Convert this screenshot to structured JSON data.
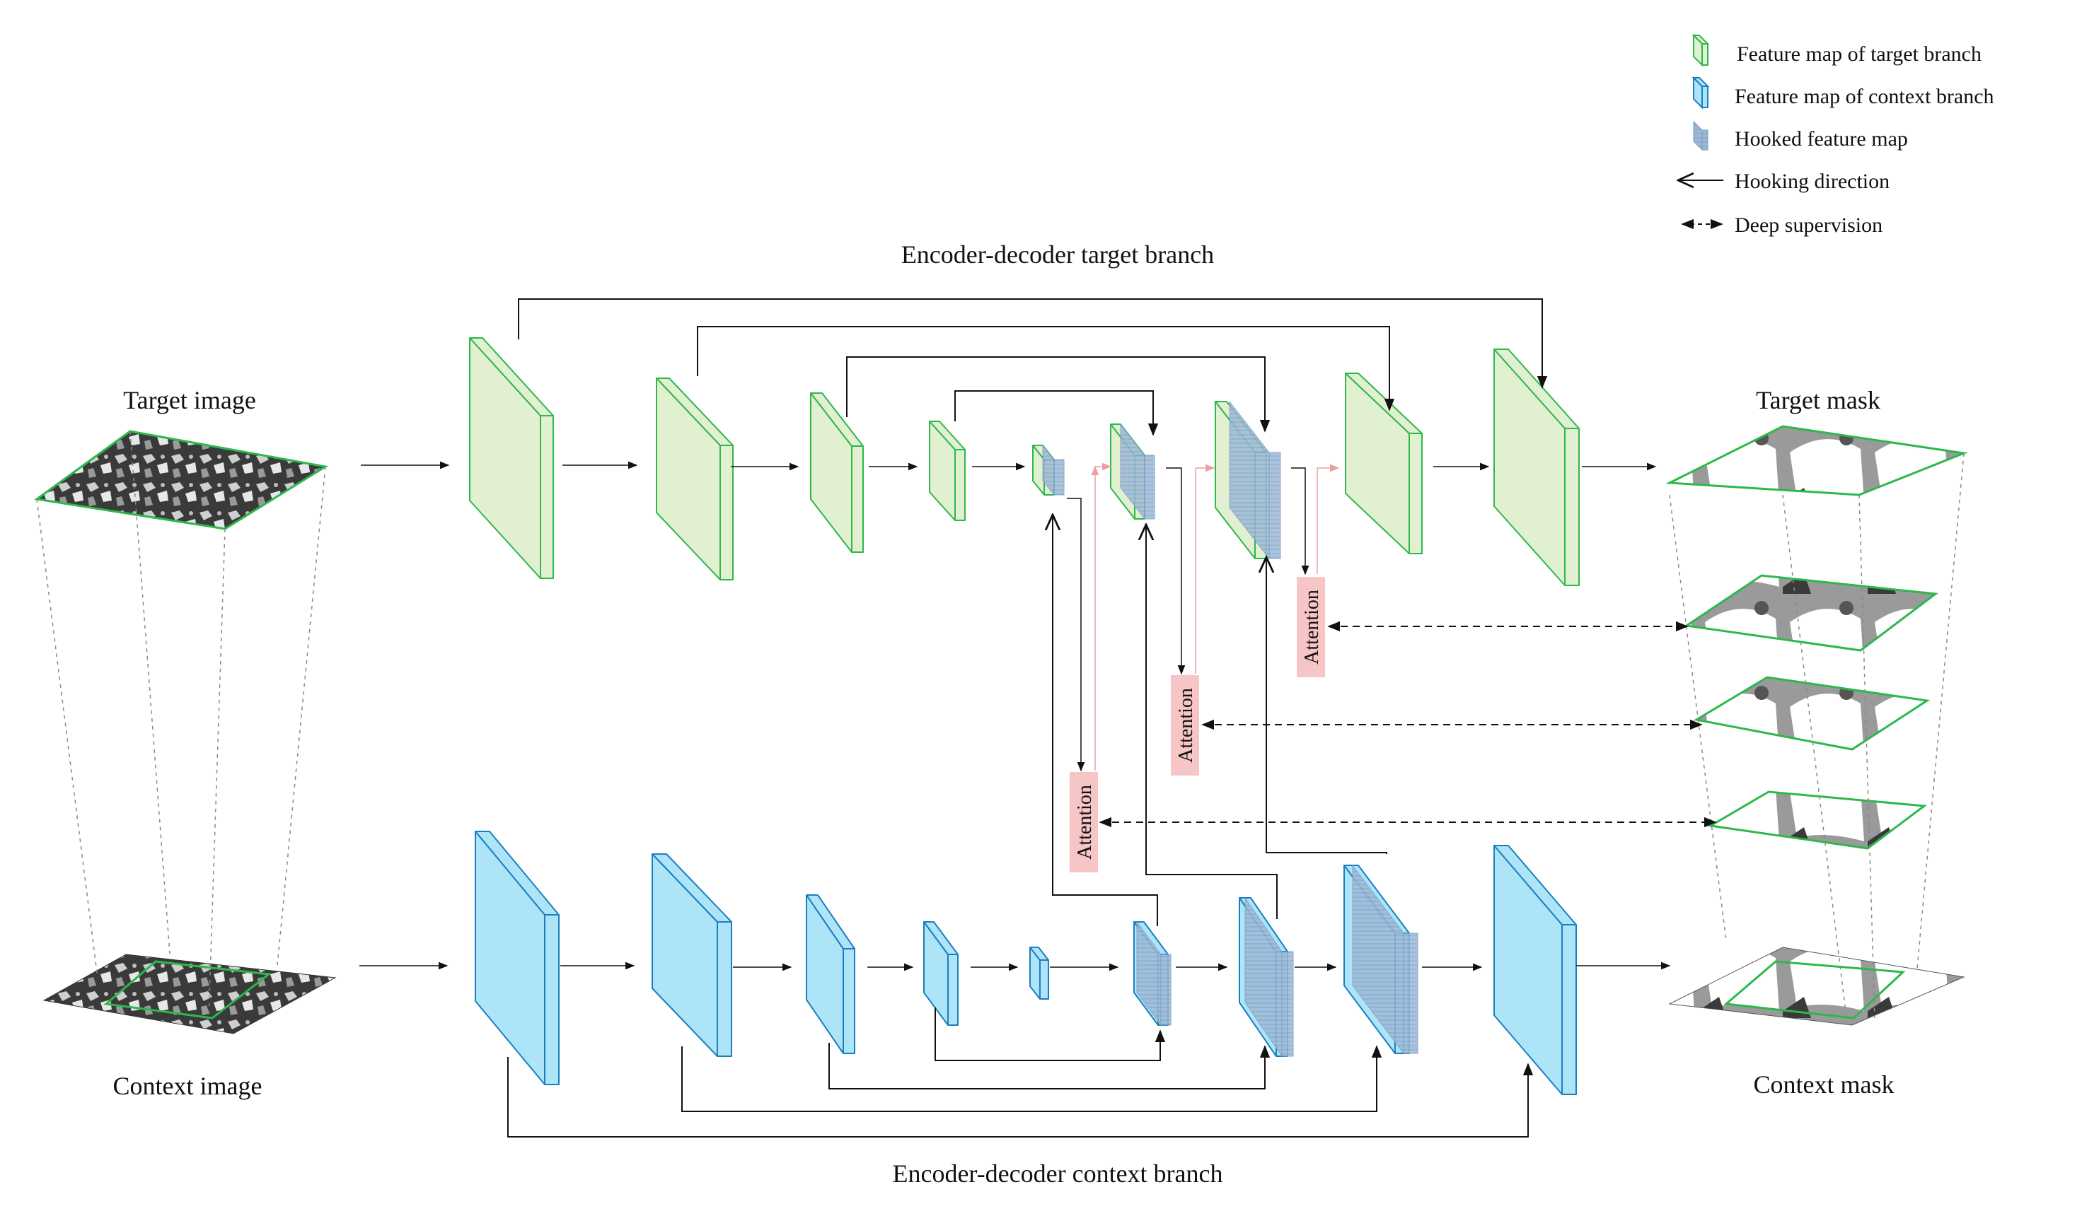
{
  "legend": {
    "target_fm": "Feature map of target branch",
    "context_fm": "Feature map of context branch",
    "hooked_fm": "Hooked feature map",
    "hooking_dir": "Hooking direction",
    "deep_sup": "Deep supervision"
  },
  "titles": {
    "target_branch": "Encoder-decoder target branch",
    "context_branch": "Encoder-decoder context branch"
  },
  "io": {
    "target_image": "Target image",
    "context_image": "Context image",
    "target_mask": "Target mask",
    "context_mask": "Context mask"
  },
  "attention": [
    "Attention",
    "Attention",
    "Attention"
  ],
  "colors": {
    "target_fill": "#e2f0d2",
    "target_stroke": "#2db84a",
    "context_fill": "#aee4f7",
    "context_stroke": "#1a7fc0",
    "hooked_fill": "#8fb3d4",
    "attention_fill": "#f6c5c5",
    "pink_arrow": "#e8a0a0"
  }
}
